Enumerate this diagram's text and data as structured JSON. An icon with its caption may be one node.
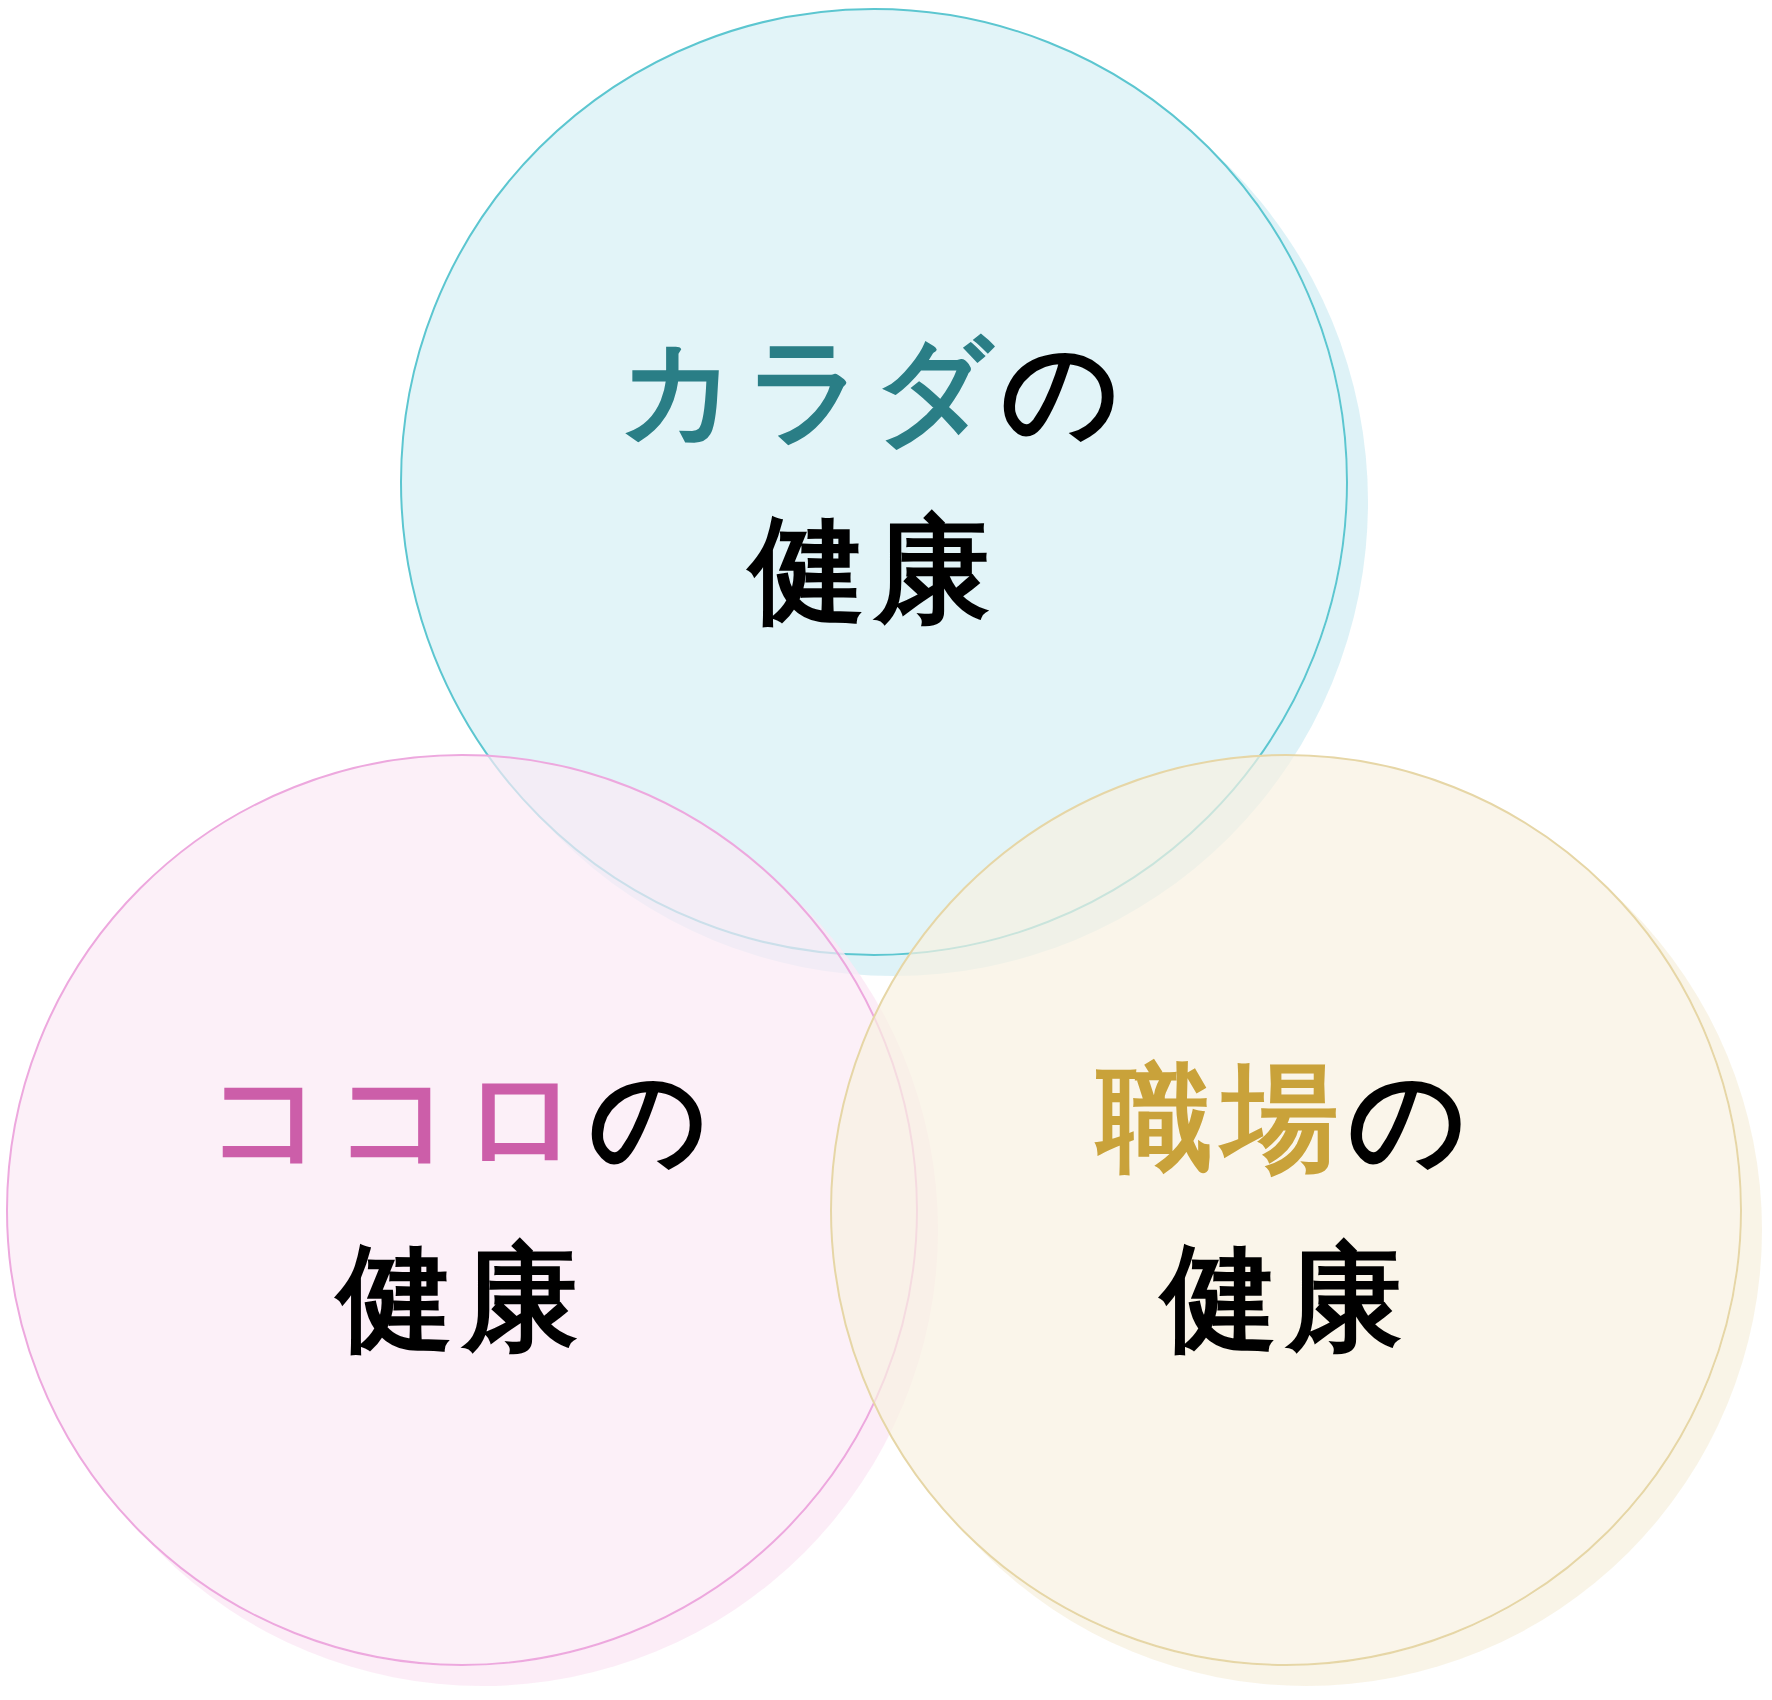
{
  "diagram": {
    "nodes": [
      {
        "text": [
          "カラダ",
          "の健康"
        ]
      },
      {
        "text": [
          "ココロ",
          "の健康"
        ]
      },
      {
        "text": [
          "職場",
          "の健康"
        ]
      }
    ]
  }
}
